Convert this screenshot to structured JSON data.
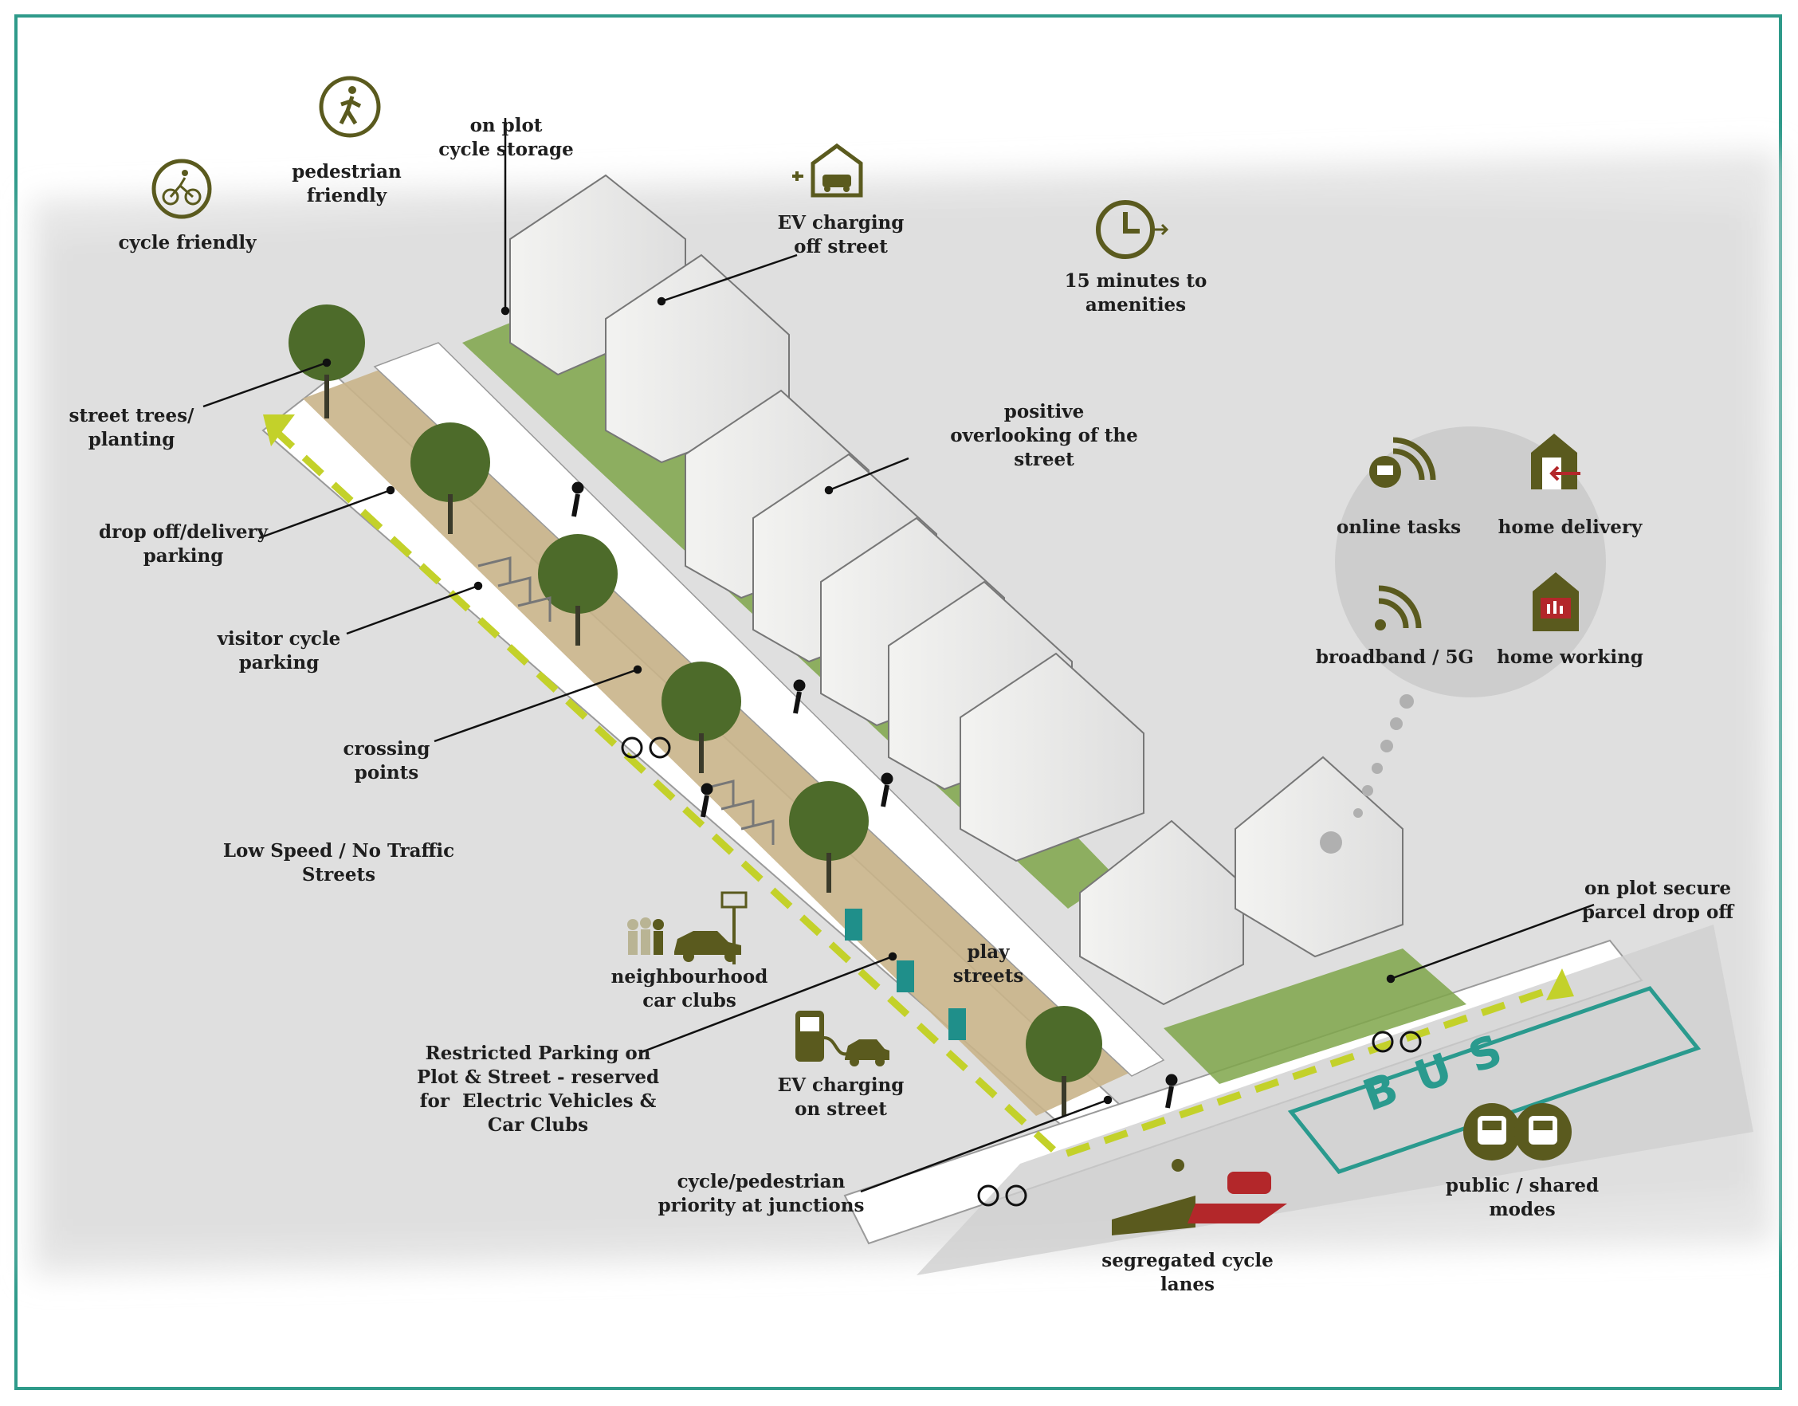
{
  "colors": {
    "frame": "#2e9a8a",
    "olive": "#5a5a1e",
    "lime": "#c3d12a",
    "grass": "#7fa64a",
    "path": "#c9b48a",
    "bus_text": "#2a9a8e",
    "red": "#b3272a",
    "teal_box": "#1f8f8a"
  },
  "labels": {
    "cycle_friendly": "cycle friendly",
    "pedestrian_friendly": "pedestrian\nfriendly",
    "on_plot_cycle_storage": "on plot\ncycle storage",
    "ev_charging_off_street": "EV charging\noff street",
    "fifteen_minutes": "15 minutes to\namenities",
    "street_trees": "street trees/\nplanting",
    "positive_overlooking": "positive\noverlooking of the\nstreet",
    "drop_off": "drop off/delivery\nparking",
    "online_tasks": "online tasks",
    "home_delivery": "home delivery",
    "visitor_cycle": "visitor cycle\nparking",
    "broadband": "broadband / 5G",
    "home_working": "home working",
    "crossing_points": "crossing\npoints",
    "low_speed": "Low Speed / No Traffic\nStreets",
    "on_plot_secure": "on plot secure\nparcel drop off",
    "play_streets": "play\nstreets",
    "neighbourhood_car_clubs": "neighbourhood\ncar clubs",
    "restricted_parking": "Restricted Parking on\nPlot & Street - reserved\nfor  Electric Vehicles &\nCar Clubs",
    "ev_charging_on_street": "EV charging\non street",
    "cycle_pedestrian_priority": "cycle/pedestrian\npriority at junctions",
    "public_shared": "public / shared\nmodes",
    "segregated_cycle_lanes": "segregated cycle\nlanes"
  },
  "road_marking": "BUS",
  "icons": {
    "cycle_friendly": "cyclist-circle-icon",
    "pedestrian_friendly": "walking-person-circle-icon",
    "ev_off_street": "house-car-charging-icon",
    "fifteen_minutes": "clock-icon",
    "online_tasks": "wifi-screen-icon",
    "home_delivery": "house-arrow-icon",
    "broadband": "wifi-signal-icon",
    "home_working": "house-monitor-icon",
    "car_clubs": "people-car-icon",
    "ev_on_street": "charging-post-car-icon",
    "public_shared": "bus-train-icon"
  }
}
